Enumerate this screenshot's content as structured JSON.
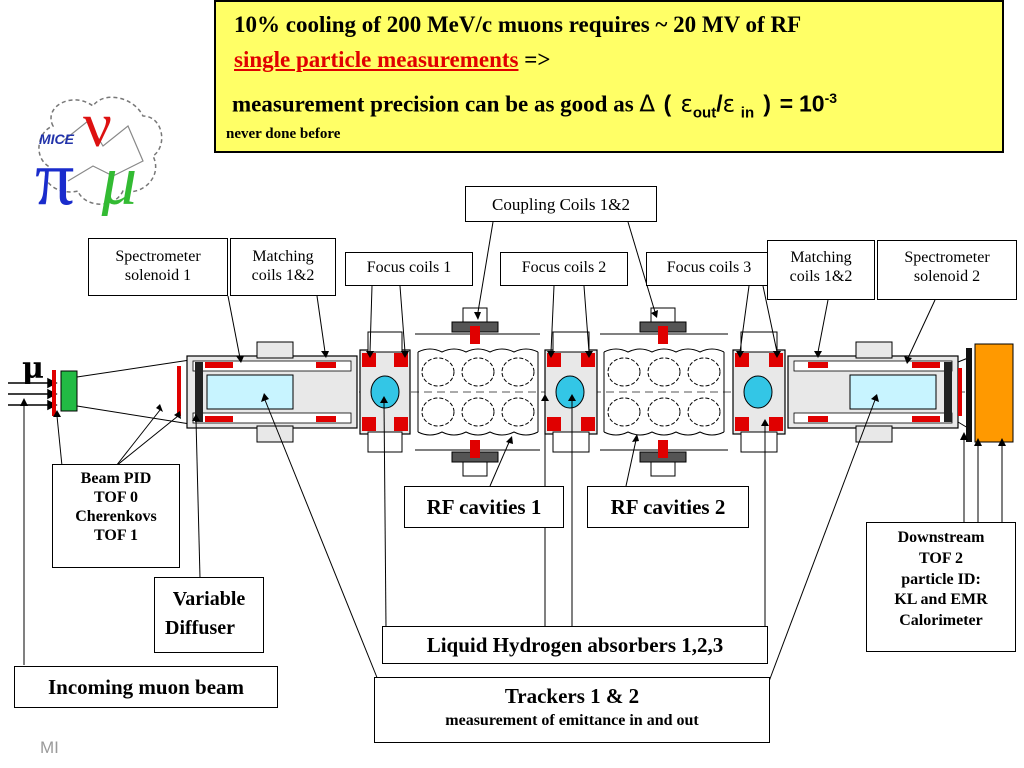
{
  "header": {
    "line1": "10% cooling of 200 MeV/c muons requires ~ 20 MV of RF",
    "line2_link": "single particle measurements",
    "line2_arrow": "=>",
    "line3_text": "measurement precision can be as good as",
    "line3_delta": "Δ",
    "line3_paren_open": "(",
    "line3_eps": "ε",
    "line3_out": "out",
    "line3_slash": "/",
    "line3_in": "in",
    "line3_paren_close": ")",
    "line3_equals": "=",
    "line3_base": "10",
    "line3_exp": "-3",
    "line4": "never done before"
  },
  "logo": {
    "text": "MICE",
    "pi": "π",
    "nu": "ν",
    "mu": "μ"
  },
  "beam_symbol": "μ",
  "labels": {
    "coupling_coils": "Coupling Coils 1&2",
    "spectrometer_1": [
      "Spectrometer",
      "solenoid 1"
    ],
    "matching_1": [
      "Matching",
      "coils 1&2"
    ],
    "focus_1": "Focus coils 1",
    "focus_2": "Focus coils 2",
    "focus_3": "Focus coils 3",
    "matching_2": [
      "Matching",
      "coils 1&2"
    ],
    "spectrometer_2": [
      "Spectrometer",
      "solenoid 2"
    ],
    "beam_pid": [
      "Beam PID",
      "TOF 0",
      "Cherenkovs",
      "TOF 1"
    ],
    "rf_cavities_1": "RF cavities 1",
    "rf_cavities_2": "RF cavities 2",
    "downstream": [
      "Downstream",
      "TOF 2",
      "particle ID:",
      "KL and EMR",
      "Calorimeter"
    ],
    "variable_diffuser": [
      "Variable",
      "Diffuser"
    ],
    "liquid_hydrogen": "Liquid Hydrogen absorbers 1,2,3",
    "incoming_beam": "Incoming muon beam",
    "trackers_title": "Trackers 1 & 2",
    "trackers_sub": "measurement of emittance in and out"
  },
  "footer_text": "MI",
  "colors": {
    "header_bg": "#ffff66",
    "link_red": "#e00000",
    "coil_red": "#e00000",
    "absorber_cyan": "#33c6e6",
    "tracker_cyan": "#c8f4ff",
    "pid_green": "#22bb44",
    "calorimeter_orange": "#ff9900"
  }
}
